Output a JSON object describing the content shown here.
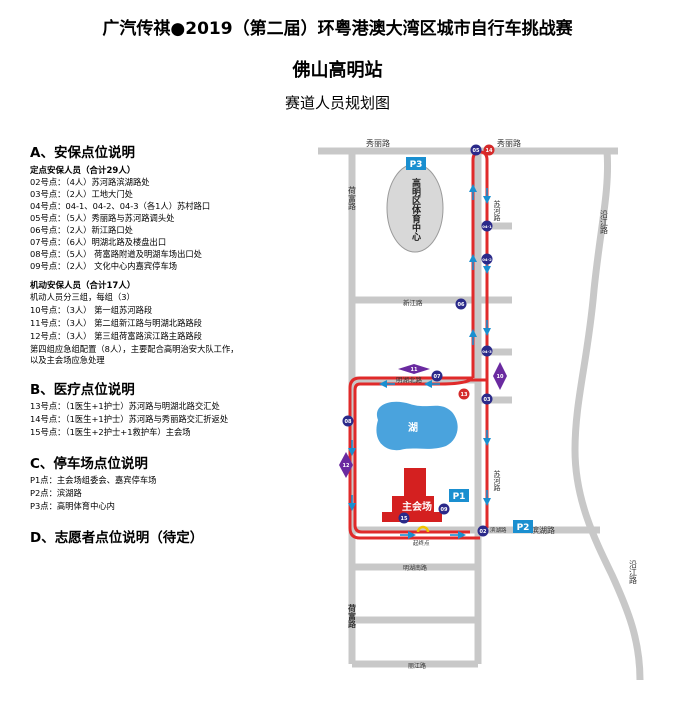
{
  "header": {
    "title": "广汽传祺●2019（第二届）环粤港澳大湾区城市自行车挑战赛",
    "station": "佛山高明站",
    "subtitle": "赛道人员规划图"
  },
  "sections": {
    "security": {
      "heading": "A、安保点位说明",
      "fixed_heading": "定点安保人员（合计29人）",
      "fixed_items": [
        "02号点：（4人）苏河路滨湖路处",
        "03号点：（2人）工地大门处",
        "04号点：04-1、04-2、04-3（各1人）苏村路口",
        "05号点：（5人）秀丽路与苏河路调头处",
        "06号点：（2人）新江路口处",
        "07号点：（6人）明湖北路及楼盘出口",
        "08号点：（5人）  荷富路附道及明湖车场出口处",
        "09号点：（2人）  文化中心内嘉宾停车场"
      ],
      "mobile_heading": "机动安保人员（合计17人）",
      "mobile_items": [
        "机动人员分三组，每组（3）",
        "10号点：（3人）  第一组苏河路段",
        "11号点：（3人）  第二组新江路与明湖北路路段",
        "12号点：（3人）  第三组荷富路滨江路主路路段",
        "第四组应急组配置（8人），主要配合高明治安大队工作，",
        "以及主会场应急处理"
      ]
    },
    "medical": {
      "heading": "B、医疗点位说明",
      "items": [
        "13号点：（1医生+1护士）苏河路与明湖北路交汇处",
        "14号点：（1医生+1护士）苏河路与秀丽路交汇折返处",
        "15号点：（1医生+2护士+1救护车）主会场"
      ]
    },
    "parking": {
      "heading": "C、停车场点位说明",
      "items": [
        "P1点：主会场组委会、嘉宾停车场",
        "P2点：滨湖路",
        "P3点：高明体育中心内"
      ]
    },
    "volunteer": {
      "heading": "D、志愿者点位说明（待定）"
    }
  },
  "map": {
    "roads": {
      "xiuli_top": "秀丽路",
      "xiuli_right": "秀丽路",
      "hefu_top": "荷富路",
      "hefu_bottom": "荷富路",
      "suhe_top": "苏河路",
      "suhe_mid": "苏河路",
      "xinjiang": "新江路",
      "minghu_north": "明湖北路",
      "binhu_small": "滨湖路",
      "binhu": "滨湖路",
      "yanjiang_top": "沿江路",
      "yanjiang_bottom": "沿江路",
      "minghu_south": "明湖南路",
      "lijiang": "丽江路"
    },
    "places": {
      "sports_center": "高明区体育中心",
      "lake": "湖",
      "main_venue": "主会场",
      "start_point": "起终点"
    },
    "parking_badges": [
      "P1",
      "P2",
      "P3"
    ],
    "markers": [
      "05",
      "14",
      "04-1",
      "04-2",
      "06",
      "04-3",
      "07",
      "11",
      "10",
      "13",
      "03",
      "08",
      "12",
      "09",
      "15",
      "02"
    ],
    "colors": {
      "route": "#e02a2a",
      "road": "#c8c8c8",
      "marker_fill": "#2b2a8a",
      "medical_fill": "#d42a2a",
      "mobile_fill": "#6a2aa0",
      "parking_fill": "#1a8fd0",
      "venue_fill": "#d42020",
      "lake_fill": "#4aa3dd",
      "sports_fill": "#d8d8d8",
      "arrow": "#1a8fd0"
    }
  }
}
